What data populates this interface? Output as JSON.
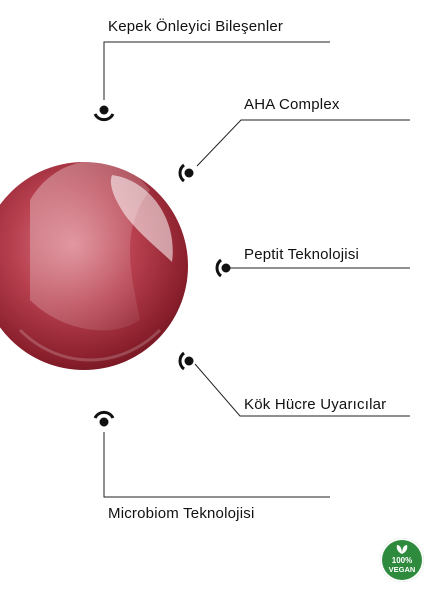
{
  "ingredients": [
    {
      "label": "Kepek Önleyici Bileşenler",
      "icon": "bullet-ring-icon"
    },
    {
      "label": "AHA Complex",
      "icon": "bullet-ring-icon"
    },
    {
      "label": "Peptit Teknolojisi",
      "icon": "bullet-ring-icon"
    },
    {
      "label": "Kök Hücre Uyarıcılar",
      "icon": "bullet-ring-icon"
    },
    {
      "label": "Microbiom Teknolojisi",
      "icon": "bullet-ring-icon"
    }
  ],
  "badge": {
    "percent": "100%",
    "text": "VEGAN",
    "icon": "leaf-icon",
    "color": "#2e8b3e"
  },
  "colors": {
    "drop": "#a8303f",
    "line": "#222222"
  }
}
